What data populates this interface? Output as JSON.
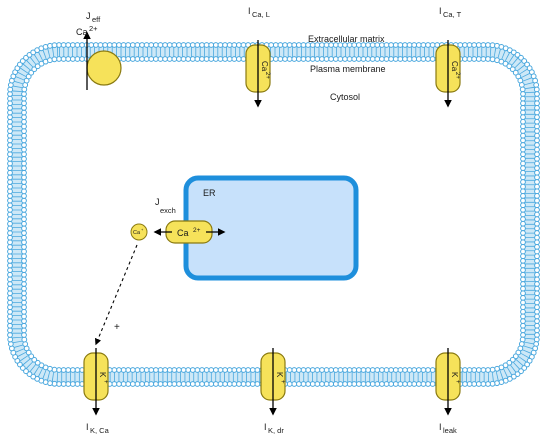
{
  "labels": {
    "extracellular": "Extracellular matrix",
    "membrane": "Plasma membrane",
    "cytosol": "Cytosol",
    "er": "ER"
  },
  "currents": {
    "jeff": {
      "main": "J",
      "sub": "eff"
    },
    "ica_l": {
      "main": "I",
      "sub": "Ca, L"
    },
    "ica_t": {
      "main": "I",
      "sub": "Ca, T"
    },
    "jexch": {
      "main": "J",
      "sub": "exch"
    },
    "ik_ca": {
      "main": "I",
      "sub": "K, Ca"
    },
    "ik_dr": {
      "main": "I",
      "sub": "K, dr"
    },
    "ileak": {
      "main": "I",
      "sub": "leak"
    }
  },
  "ions": {
    "ca": "Ca",
    "ca_charge": "2+",
    "k": "K",
    "k_charge": "+",
    "ca_small": "Ca",
    "ca_small_charge": "+"
  },
  "annotations": {
    "plus": "+"
  },
  "colors": {
    "membrane_blue": "#4ba8de",
    "membrane_light": "#cde8f7",
    "er_fill": "#c7e1fb",
    "er_stroke": "#1e8fdc",
    "channel_fill": "#f6e25a",
    "channel_stroke": "#8a7a10"
  }
}
